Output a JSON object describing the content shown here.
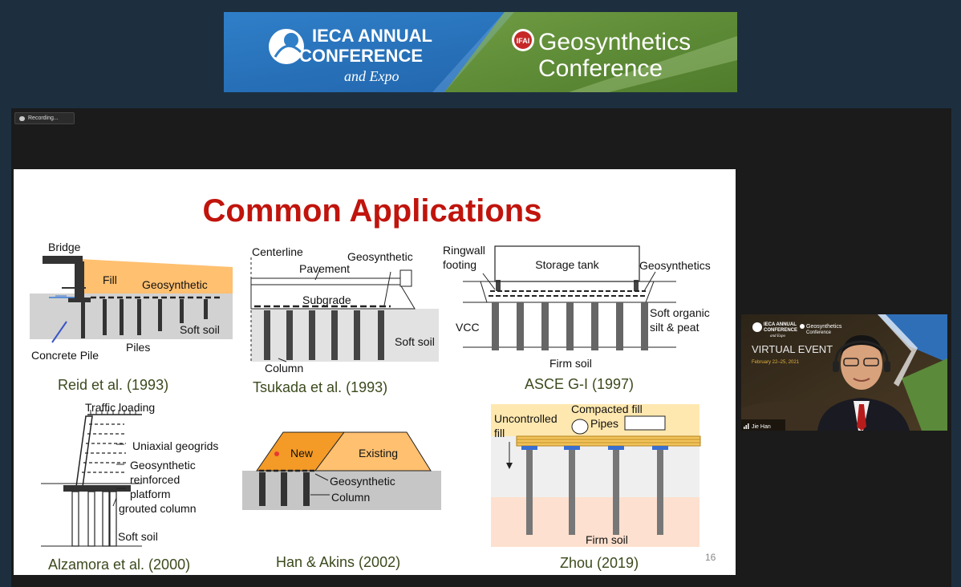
{
  "banner": {
    "left_title_line1": "IECA ANNUAL",
    "left_title_line2": "CONFERENCE",
    "left_title_line3": "and Expo",
    "ifai": "IFAI",
    "right_title_line1": "Geosynthetics",
    "right_title_line2": "Conference"
  },
  "recording": {
    "label": "Recording..."
  },
  "slide": {
    "title": "Common Applications",
    "page_number": "16",
    "panels": {
      "reid": {
        "caption": "Reid et al. (1993)",
        "bridge": "Bridge",
        "fill": "Fill",
        "geosynthetic": "Geosynthetic",
        "soft_soil": "Soft soil",
        "piles": "Piles",
        "concrete_pile": "Concrete Pile"
      },
      "tsukada": {
        "caption": "Tsukada et al. (1993)",
        "centerline": "Centerline",
        "pavement": "Pavement",
        "geosynthetic": "Geosynthetic",
        "subgrade": "Subgrade",
        "soft_soil": "Soft soil",
        "column": "Column"
      },
      "asce": {
        "caption": "ASCE G-I (1997)",
        "ringwall1": "Ringwall",
        "ringwall2": "footing",
        "tank": "Storage tank",
        "geosynthetics": "Geosynthetics",
        "vcc": "VCC",
        "soft1": "Soft organic",
        "soft2": "silt & peat",
        "firm": "Firm soil"
      },
      "alzamora": {
        "caption": "Alzamora et al. (2000)",
        "traffic": "Traffic loading",
        "uniaxial": "Uniaxial geogrids",
        "geo1": "Geosynthetic",
        "geo2": "reinforced",
        "geo3": "platform",
        "grouted": "grouted column",
        "soft_soil": "Soft soil"
      },
      "han": {
        "caption": "Han & Akins (2002)",
        "new": "New",
        "existing": "Existing",
        "geosynthetic": "Geosynthetic",
        "column": "Column"
      },
      "zhou": {
        "caption": "Zhou (2019)",
        "compacted": "Compacted fill",
        "pipes": "Pipes",
        "unc1": "Uncontrolled",
        "unc2": "fill",
        "firm": "Firm soil"
      }
    }
  },
  "video": {
    "logo1": "IECA ANNUAL",
    "logo2": "CONFERENCE",
    "logo3": "and Expo",
    "logo_geo1": "Geosynthetics",
    "logo_geo2": "Conference",
    "event": "VIRTUAL EVENT",
    "dates": "February 22–25, 2021",
    "participant": "Jie Han"
  },
  "colors": {
    "title_red": "#c0140c",
    "caption_green": "#3b4a1d",
    "fill_orange": "#ffc070",
    "new_orange": "#f49a26"
  }
}
